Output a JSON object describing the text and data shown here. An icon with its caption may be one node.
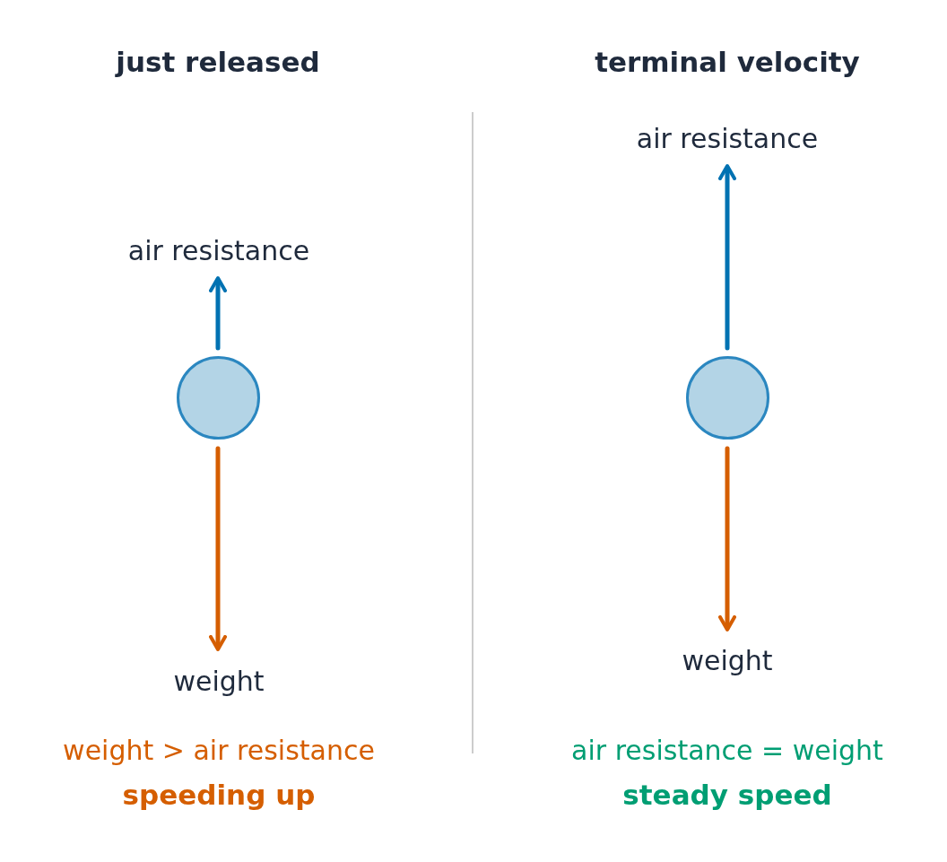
{
  "diagram": {
    "nodes": [
      {
        "text": [],
        "shape": "circle"
      },
      {
        "text": [],
        "shape": "circle"
      }
    ],
    "labels": [
      "just released",
      "terminal velocity",
      "air resistance",
      "air resistance",
      "weight",
      "weight",
      "weight > air resistance",
      "air resistance = weight",
      "speeding up",
      "steady speed"
    ]
  }
}
